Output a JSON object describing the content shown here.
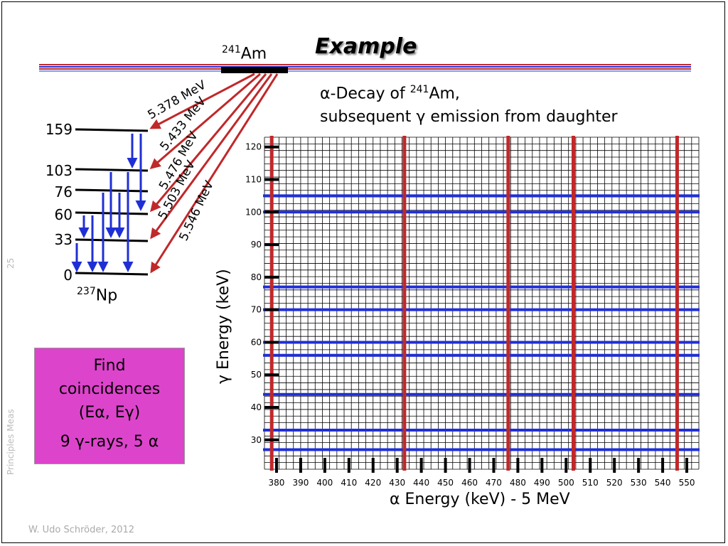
{
  "slide": {
    "title": "Example",
    "page_number": "25",
    "side_caption": "Principles Meas",
    "footer": "W. Udo Schröder, 2012"
  },
  "decay_scheme": {
    "parent_mass": "241",
    "parent_symbol": "Am",
    "daughter_mass": "237",
    "daughter_symbol": "Np",
    "levels": [
      "159",
      "103",
      "76",
      "60",
      "33",
      "0"
    ],
    "alpha_energies": [
      "5.378 MeV",
      "5.433 MeV",
      "5.476 MeV",
      "5.503 MeV",
      "5.546 MeV"
    ],
    "arrow_colors": {
      "alpha": "#c0282a",
      "gamma": "#1f2fd6"
    }
  },
  "description": {
    "line1_prefix": "α-Decay of ",
    "line1_mass": "241",
    "line1_symbol": "Am,",
    "line2": "subsequent  γ emission from daughter"
  },
  "find_box": {
    "line1": "Find",
    "line2": "coincidences",
    "line3": "(Eα, Eγ)",
    "line4": "9 γ-rays, 5 α",
    "color": "#dd44cc"
  },
  "chart_data": {
    "type": "heatmap",
    "xlabel": "α Energy (keV) - 5 MeV",
    "ylabel": "γ Energy (keV)",
    "x_ticks": [
      "380",
      "390",
      "400",
      "410",
      "420",
      "430",
      "440",
      "450",
      "460",
      "470",
      "480",
      "490",
      "500",
      "510",
      "520",
      "530",
      "540",
      "550"
    ],
    "y_ticks": [
      "120",
      "110",
      "100",
      "90",
      "80",
      "70",
      "60",
      "50",
      "40",
      "30"
    ],
    "xlim": [
      375,
      555
    ],
    "ylim": [
      21,
      123
    ],
    "grid": true,
    "alpha_lines_kev": [
      378,
      433,
      476,
      503,
      546
    ],
    "gamma_lines_kev": [
      105,
      100,
      77,
      70,
      60,
      56,
      44,
      33,
      27
    ],
    "alpha_line_color": "#c0282a",
    "gamma_line_color": "#1f2fd6"
  }
}
